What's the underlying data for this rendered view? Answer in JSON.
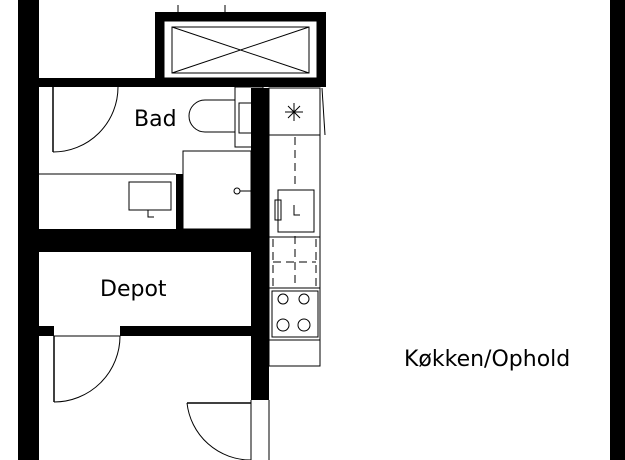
{
  "rooms": {
    "bathroom": "Bad",
    "storage": "Depot",
    "kitchen_living": "Køkken/Ophold"
  }
}
